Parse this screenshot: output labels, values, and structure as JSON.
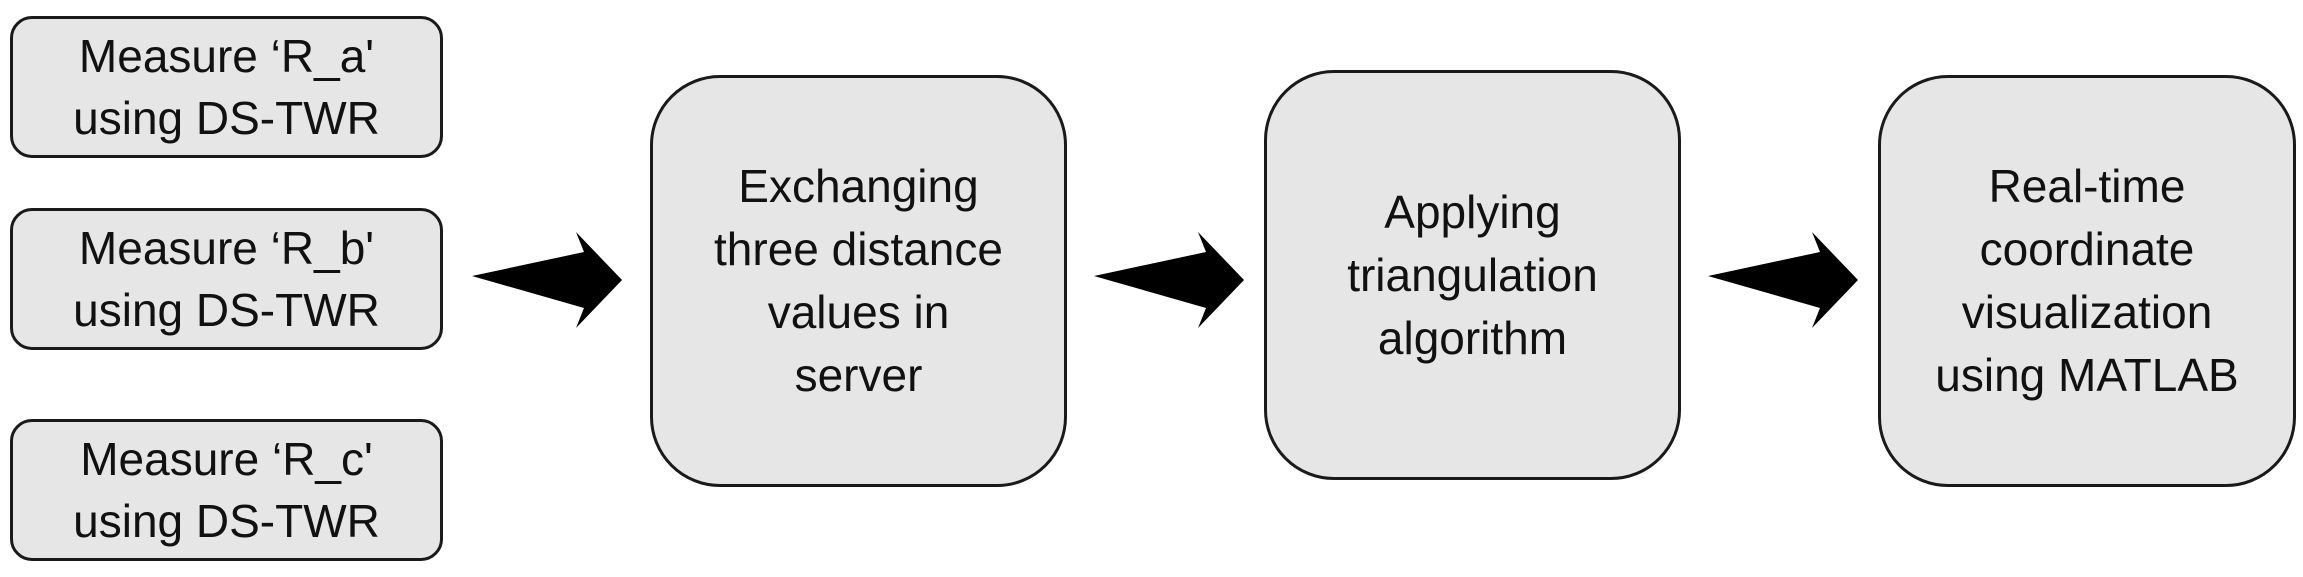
{
  "diagram": {
    "measure_boxes": [
      {
        "label": "Measure ‘R_a'\nusing DS-TWR"
      },
      {
        "label": "Measure ‘R_b'\nusing DS-TWR"
      },
      {
        "label": "Measure ‘R_c'\nusing DS-TWR"
      }
    ],
    "steps": [
      {
        "label": "Exchanging\nthree distance\nvalues in\nserver"
      },
      {
        "label": "Applying\ntriangulation\nalgorithm"
      },
      {
        "label": "Real-time\ncoordinate\nvisualization\nusing MATLAB"
      }
    ],
    "colors": {
      "box_fill": "#e6e6e6",
      "border": "#1a1a1a",
      "arrow": "#000000"
    }
  }
}
